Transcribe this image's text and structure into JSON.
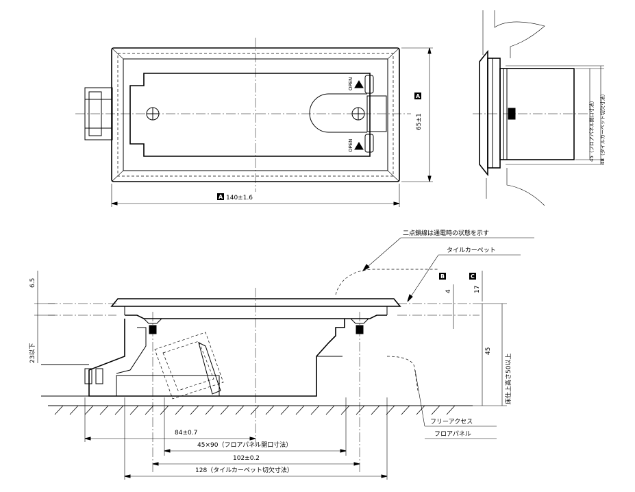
{
  "top_view": {
    "width_dim": "140±1.6",
    "width_ref": "A",
    "height_dim": "65±1",
    "height_ref": "A",
    "open_label_top": "OPEN",
    "open_label_bottom": "OPEN"
  },
  "side_view": {
    "panel_opening_dim": "45（フロアパネル開口寸法）",
    "carpet_cut_dim": "48（タイルカーペット切欠寸法）"
  },
  "section_view": {
    "callout_phantom": "二点鎖線は通電時の状態を示す",
    "callout_carpet": "タイルカーペット",
    "callout_free_access": "フリーアクセス",
    "callout_floor_panel": "フロアパネル",
    "ref_b": "B",
    "ref_c": "C",
    "dim_4": "4",
    "dim_17": "17",
    "dim_6_5": "6.5",
    "dim_23_under": "23以下",
    "dim_45": "45",
    "dim_floor_height": "床仕上高さ50以上",
    "dim_84": "84±0.7",
    "dim_45x90": "45×90（フロアパネル開口寸法）",
    "dim_102": "102±0.2",
    "dim_128": "128（タイルカーペット切欠寸法）"
  }
}
